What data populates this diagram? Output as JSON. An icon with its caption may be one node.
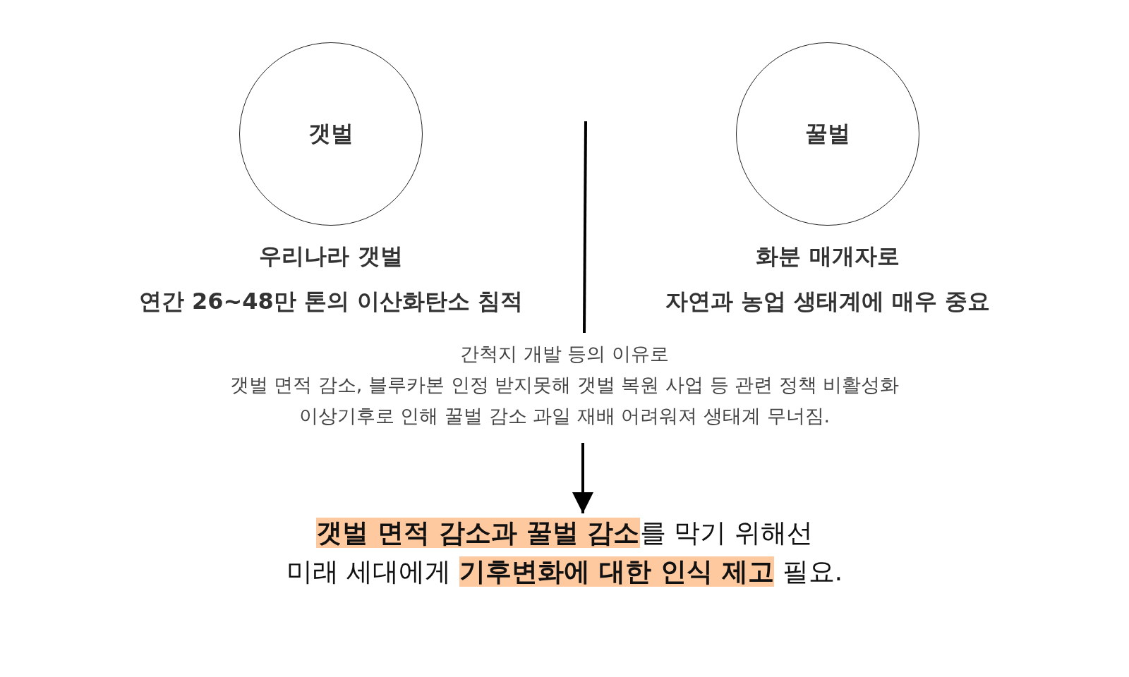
{
  "diagram": {
    "nodes": [
      {
        "text": [
          "갯벌"
        ],
        "beside": [
          "우리나라 갯벌",
          "연간 26~48만 톤의 이산화탄소 침적"
        ]
      },
      {
        "text": [
          "꿀벌"
        ],
        "beside": [
          "화분 매개자로",
          "자연과 농업 생태계에 매우 중요"
        ]
      },
      {
        "text": [
          "간척지 개발 등의 이유로",
          "갯벌 면적 감소, 블루카본 인정 받지못해 갯벌 복원 사업 등 관련 정책 비활성화",
          "이상기후로 인해 꿀벌 감소 과일 재배 어려워져 생태계 무너짐."
        ]
      },
      {
        "text": [
          "**갯벌 면적 감소과 꿀벌 감소**를 막기 위해선",
          "미래 세대에게 **기후변화에 대한 인식 제고** 필요."
        ]
      }
    ],
    "edges": [
      {
        "from": 2,
        "to": 3,
        "arrow": "to"
      }
    ]
  }
}
